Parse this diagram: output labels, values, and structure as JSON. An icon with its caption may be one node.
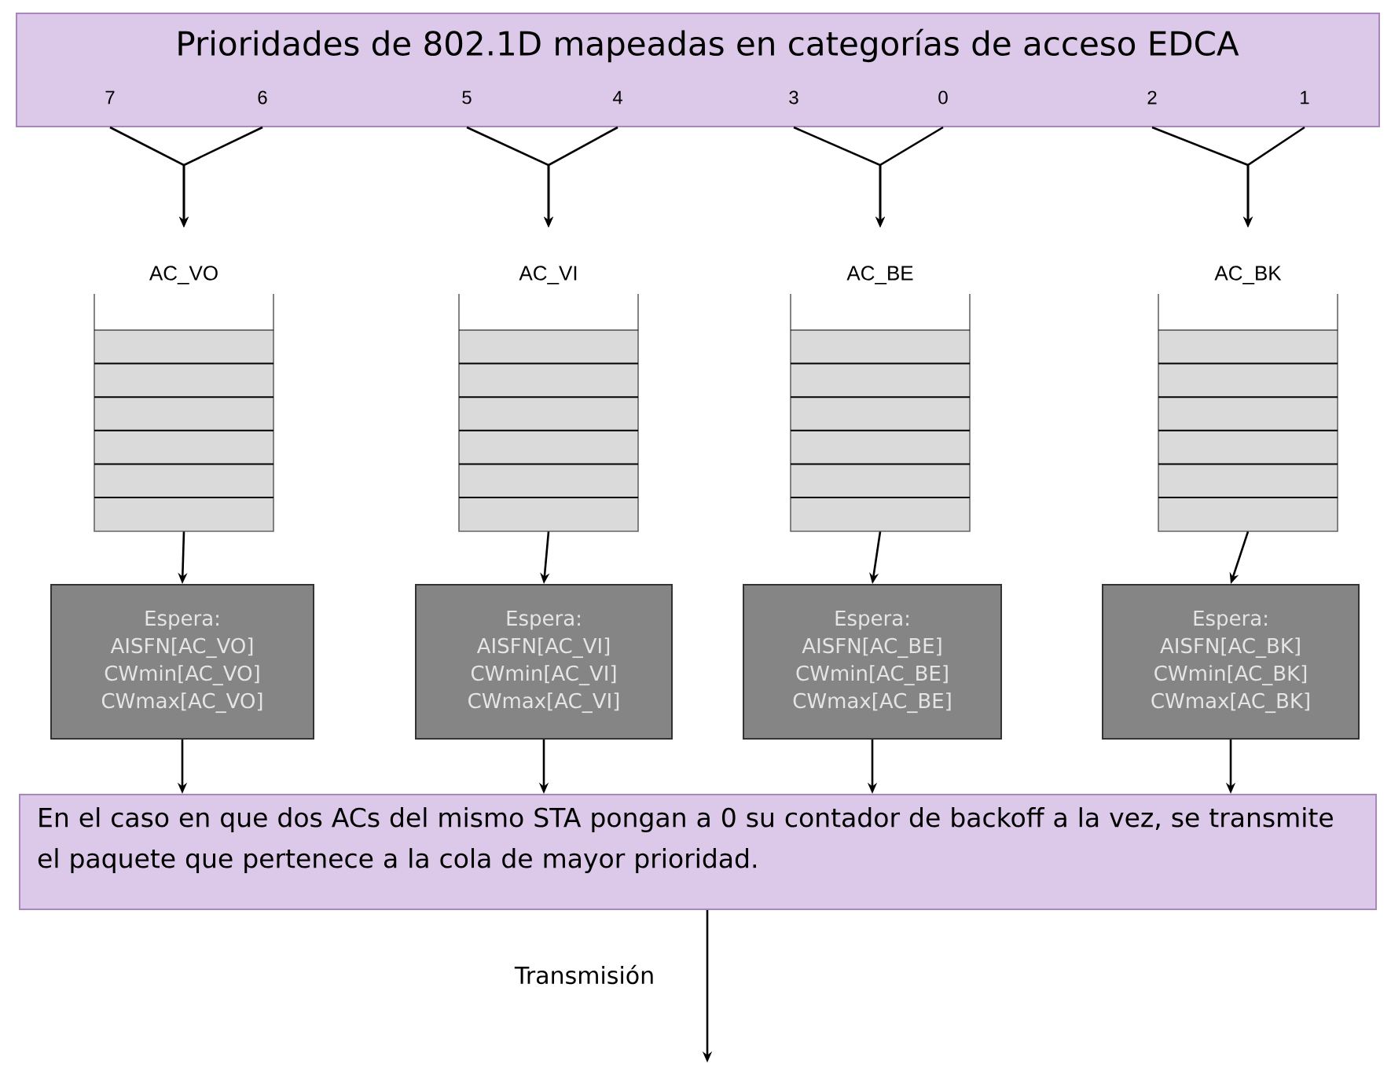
{
  "diagram": {
    "nodes": [
      {
        "text": [
          "Prioridades de 802.1D mapeadas en categorías de acceso EDCA"
        ]
      },
      {
        "text": [
          "7"
        ],
        "in": 0
      },
      {
        "text": [
          "6"
        ],
        "in": 0
      },
      {
        "text": [
          "5"
        ],
        "in": 0
      },
      {
        "text": [
          "4"
        ],
        "in": 0
      },
      {
        "text": [
          "3"
        ],
        "in": 0
      },
      {
        "text": [
          "0"
        ],
        "in": 0
      },
      {
        "text": [
          "2"
        ],
        "in": 0
      },
      {
        "text": [
          "1"
        ],
        "in": 0
      },
      {
        "text": [
          "AC_VO"
        ]
      },
      {
        "text": [
          "AC_VI"
        ]
      },
      {
        "text": [
          "AC_BE"
        ]
      },
      {
        "text": [
          "AC_BK"
        ]
      },
      {
        "text": [
          "Espera:",
          "AISFN[AC_VO]",
          "CWmin[AC_VO]",
          "CWmax[AC_VO]"
        ]
      },
      {
        "text": [
          "Espera:",
          "AISFN[AC_VI]",
          "CWmin[AC_VI]",
          "CWmax[AC_VI]"
        ]
      },
      {
        "text": [
          "Espera:",
          "AISFN[AC_BE]",
          "CWmin[AC_BE]",
          "CWmax[AC_BE]"
        ]
      },
      {
        "text": [
          "Espera:",
          "AISFN[AC_BK]",
          "CWmin[AC_BK]",
          "CWmax[AC_BK]"
        ]
      },
      {
        "text": [
          "En el caso en que dos ACs del mismo STA pongan a 0 su contador de backoff a la vez, se transmite el paquete que pertenece a la cola de mayor prioridad."
        ]
      }
    ],
    "edges": [
      {
        "from": 1,
        "to": 9,
        "arrow": "to"
      },
      {
        "from": 2,
        "to": 9,
        "arrow": "to"
      },
      {
        "from": 3,
        "to": 10,
        "arrow": "to"
      },
      {
        "from": 4,
        "to": 10,
        "arrow": "to"
      },
      {
        "from": 5,
        "to": 11,
        "arrow": "to"
      },
      {
        "from": 6,
        "to": 11,
        "arrow": "to"
      },
      {
        "from": 7,
        "to": 12,
        "arrow": "to"
      },
      {
        "from": 8,
        "to": 12,
        "arrow": "to"
      },
      {
        "from": 9,
        "to": 13,
        "arrow": "to"
      },
      {
        "from": 10,
        "to": 14,
        "arrow": "to"
      },
      {
        "from": 11,
        "to": 15,
        "arrow": "to"
      },
      {
        "from": 12,
        "to": 16,
        "arrow": "to"
      },
      {
        "from": 13,
        "to": 17,
        "arrow": "to"
      },
      {
        "from": 14,
        "to": 17,
        "arrow": "to"
      },
      {
        "from": 15,
        "to": 17,
        "arrow": "to"
      },
      {
        "from": 16,
        "to": 17,
        "arrow": "to"
      },
      {
        "from": 17,
        "to": null,
        "arrow": "to",
        "label": "Transmisión"
      }
    ]
  }
}
